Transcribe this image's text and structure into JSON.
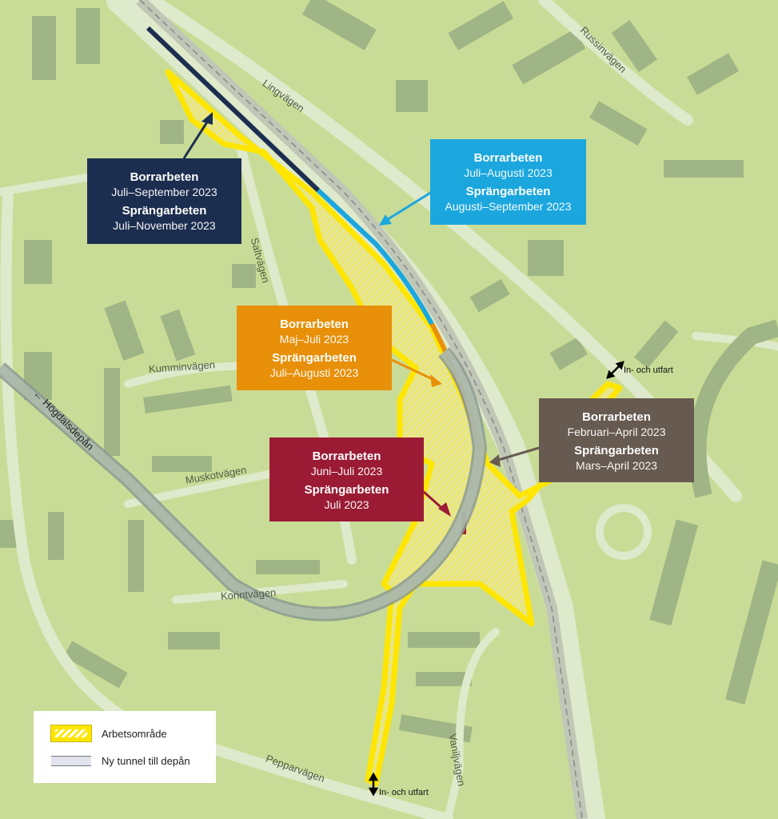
{
  "colors": {
    "background": "#c9dc97",
    "road": "#dfe9cb",
    "building": "#9fb585",
    "work_area": "#ffe600",
    "tunnel": "#8a9a90",
    "phase_navy": "#1c2e4f",
    "phase_cyan": "#1ba7de",
    "phase_orange": "#e8900a",
    "phase_red": "#9b1b34",
    "phase_brown": "#675a50"
  },
  "roads": {
    "lingvagen": "Lingvägen",
    "russinvagen": "Russinvägen",
    "saltvagen": "Saltvägen",
    "kumminvagen": "Kumminvägen",
    "muskotvagen": "Muskotvägen",
    "korintvagen": "Korintvägen",
    "pepparvagen": "Pepparvägen",
    "vaniljvagen": "Vaniljvägen",
    "hogdalsdepan": "← Högdalsdepån"
  },
  "access_label": "In- och utfart",
  "callouts": [
    {
      "drilling_label": "Borrarbeten",
      "drilling_period": "Juli–September 2023",
      "blasting_label": "Sprängarbeten",
      "blasting_period": "Juli–November 2023"
    },
    {
      "drilling_label": "Borrarbeten",
      "drilling_period": "Juli–Augusti 2023",
      "blasting_label": "Sprängarbeten",
      "blasting_period": "Augusti–September 2023"
    },
    {
      "drilling_label": "Borrarbeten",
      "drilling_period": "Maj–Juli 2023",
      "blasting_label": "Sprängarbeten",
      "blasting_period": "Juli–Augusti 2023"
    },
    {
      "drilling_label": "Borrarbeten",
      "drilling_period": "Juni–Juli 2023",
      "blasting_label": "Sprängarbeten",
      "blasting_period": "Juli 2023"
    },
    {
      "drilling_label": "Borrarbeten",
      "drilling_period": "Februari–April 2023",
      "blasting_label": "Sprängarbeten",
      "blasting_period": "Mars–April 2023"
    }
  ],
  "legend": {
    "work_area": "Arbetsområde",
    "tunnel": "Ny tunnel till depån"
  }
}
